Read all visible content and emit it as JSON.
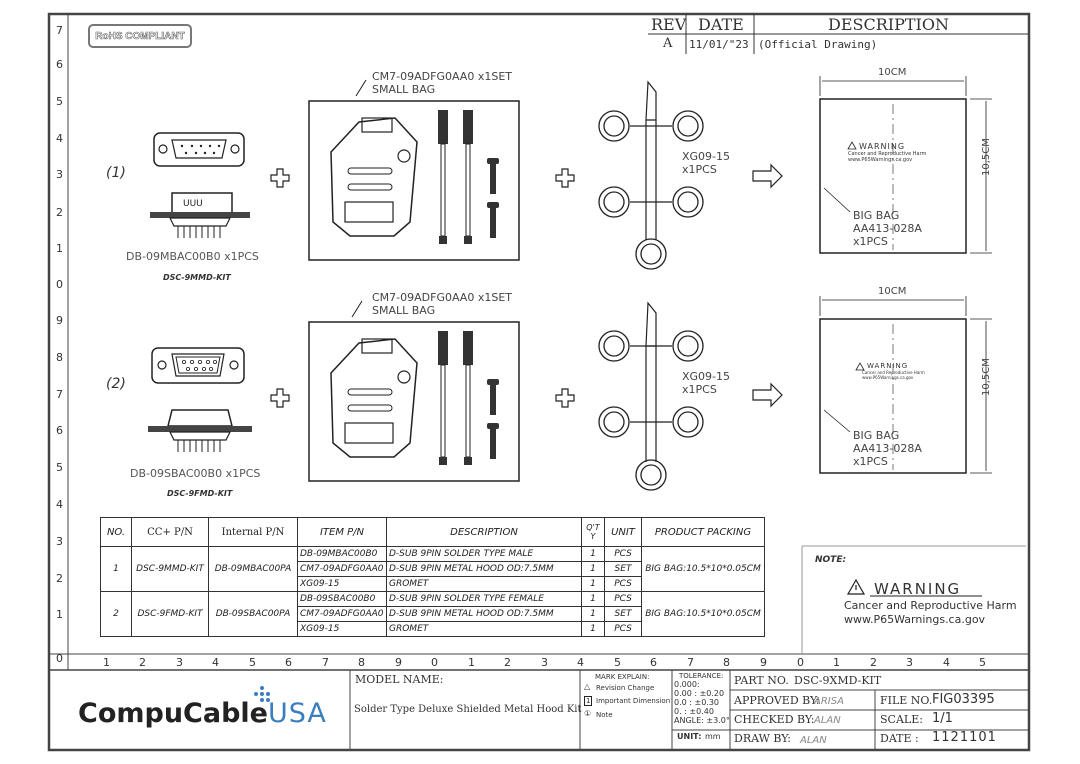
{
  "rohs": "RoHS COMPLIANT",
  "revision": {
    "headers": [
      "REV",
      "DATE",
      "DESCRIPTION"
    ],
    "row": [
      "A",
      "11/01/\"23",
      "(Official Drawing)"
    ]
  },
  "ruler": {
    "left": [
      "7",
      "6",
      "5",
      "4",
      "3",
      "2",
      "1",
      "0",
      "9",
      "8",
      "7",
      "6",
      "5",
      "4",
      "3",
      "2",
      "1",
      "0"
    ],
    "bottom": [
      "1",
      "2",
      "3",
      "4",
      "5",
      "6",
      "7",
      "8",
      "9",
      "0",
      "1",
      "2",
      "3",
      "4",
      "5",
      "6",
      "7",
      "8",
      "9",
      "0",
      "1",
      "2",
      "3",
      "4",
      "5"
    ]
  },
  "kits": [
    {
      "index": "(1)",
      "connector_label": "DB-09MBAC00B0  x1PCS",
      "kit_name": "DSC-9MMD-KIT",
      "hood_label": "CM7-09ADFG0AA0  x1SET",
      "bag_label": "SMALL BAG",
      "grommet_label": "XG09-15",
      "grommet_qty": "x1PCS",
      "width_label": "10CM",
      "height_label": "10,5CM",
      "big_bag": "BIG BAG",
      "big_bag_part": "AA413-028A",
      "big_bag_qty": "x1PCS",
      "warning_title": "WARNING",
      "warning_l1": "Cancer and Reproductive Harm",
      "warning_l2": "www.P65Warnings.ca.gov"
    },
    {
      "index": "(2)",
      "connector_label": "DB-09SBAC00B0  x1PCS",
      "kit_name": "DSC-9FMD-KIT",
      "hood_label": "CM7-09ADFG0AA0  x1SET",
      "bag_label": "SMALL BAG",
      "grommet_label": "XG09-15",
      "grommet_qty": "x1PCS",
      "width_label": "10CM",
      "height_label": "10,5CM",
      "big_bag": "BIG BAG",
      "big_bag_part": "AA413-028A",
      "big_bag_qty": "x1PCS",
      "warning_title": "WARNING",
      "warning_l1": "Cancer and Reproductive Harm",
      "warning_l2": "www.P65Warnings.ca.gov"
    }
  ],
  "plus": "✚",
  "bom": {
    "headers": [
      "NO.",
      "CC+ P/N",
      "Internal P/N",
      "ITEM P/N",
      "DESCRIPTION",
      "Q'T Y",
      "UNIT",
      "PRODUCT PACKING"
    ],
    "groups": [
      {
        "no": "1",
        "cc_pn": "DSC-9MMD-KIT",
        "internal_pn": "DB-09MBAC00PA",
        "packing": "BIG BAG:10.5*10*0.05CM",
        "rows": [
          {
            "item": "DB-09MBAC00B0",
            "desc": "D-SUB 9PIN SOLDER TYPE MALE",
            "qty": "1",
            "unit": "PCS"
          },
          {
            "item": "CM7-09ADFG0AA0",
            "desc": "D-SUB 9PIN METAL HOOD OD:7.5MM",
            "qty": "1",
            "unit": "SET"
          },
          {
            "item": "XG09-15",
            "desc": "GROMET",
            "qty": "1",
            "unit": "PCS"
          }
        ]
      },
      {
        "no": "2",
        "cc_pn": "DSC-9FMD-KIT",
        "internal_pn": "DB-09SBAC00PA",
        "packing": "BIG BAG:10.5*10*0.05CM",
        "rows": [
          {
            "item": "DB-09SBAC00B0",
            "desc": "D-SUB 9PIN SOLDER TYPE FEMALE",
            "qty": "1",
            "unit": "PCS"
          },
          {
            "item": "CM7-09ADFG0AA0",
            "desc": "D-SUB 9PIN METAL HOOD OD:7.5MM",
            "qty": "1",
            "unit": "SET"
          },
          {
            "item": "XG09-15",
            "desc": "GROMET",
            "qty": "1",
            "unit": "PCS"
          }
        ]
      }
    ]
  },
  "note": {
    "label": "NOTE:",
    "warning_title": "WARNING",
    "line1": "Cancer and Reproductive Harm",
    "line2": "www.P65Warnings.ca.gov"
  },
  "title_block": {
    "logo_main": "CompuCable",
    "logo_usa": "USA",
    "model_label": "MODEL  NAME:",
    "model_name": "Solder Type Deluxe Shielded Metal Hood Kit",
    "mark_explain": "MARK  EXPLAIN:",
    "mark_1": "Revision Change",
    "mark_2": "Important Dimension",
    "mark_3": "Note",
    "tolerance_label": "TOLERANCE:",
    "tolerance_rows": [
      "0.000:",
      "0.00  : ±0.20",
      "0.0   : ±0.30",
      "0.     : ±0.40",
      "ANGLE:  ±3.0°"
    ],
    "unit_label": "UNIT:",
    "unit_value": "mm",
    "part_no_label": "PART NO.",
    "part_no": "DSC-9XMD-KIT",
    "approved_label": "APPROVED BY:",
    "approved_sig": "ARISA",
    "checked_label": "CHECKED BY:",
    "checked_sig": "ALAN",
    "draw_label": "DRAW BY:",
    "draw_sig": "ALAN",
    "file_label": "FILE NO.",
    "file_no": "FIG03395",
    "scale_label": "SCALE:",
    "scale": "1/1",
    "date_label": "DATE :",
    "date": "1121101"
  }
}
